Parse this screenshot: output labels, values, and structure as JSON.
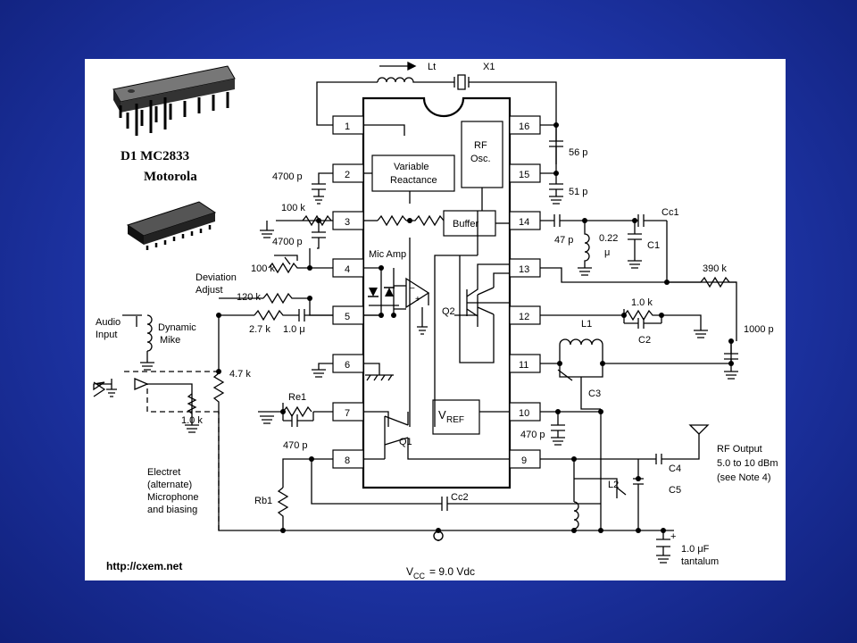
{
  "title": {
    "line1": "D1 MC2833",
    "line2": "Motorola"
  },
  "pins": [
    "1",
    "2",
    "3",
    "4",
    "5",
    "6",
    "7",
    "8",
    "9",
    "10",
    "11",
    "12",
    "13",
    "14",
    "15",
    "16"
  ],
  "blocks": {
    "variable_reactance": [
      "Variable",
      "Reactance"
    ],
    "rf_osc": [
      "RF",
      "Osc."
    ],
    "buffer": "Buffer",
    "mic_amp": "Mic Amp",
    "vref_main": "V",
    "vref_sub": "REF"
  },
  "components": {
    "lt": "Lt",
    "x1": "X1",
    "c56": "56 p",
    "c51": "51 p",
    "c4700a": "4700 p",
    "r100a": "100 k",
    "c4700b": "4700 p",
    "r100b": "100 k",
    "r120": "120 k",
    "r27": "2.7 k",
    "c10u": "1.0 μ",
    "r47": "4.7 k",
    "r10": "1.0 k",
    "re1": "Re1",
    "c470a": "470 p",
    "rb1": "Rb1",
    "cc2": "Cc2",
    "c47": "47 p",
    "l022": "0.22",
    "l022_unit": "μ",
    "c1": "C1",
    "cc1": "Cc1",
    "r390": "390 k",
    "r10b": "1.0 k",
    "c2": "C2",
    "c1000": "1000 p",
    "l1": "L1",
    "c3": "C3",
    "c470b": "470 p",
    "l2": "L2",
    "c4": "C4",
    "c5": "C5",
    "q1": "Q1",
    "q2": "Q2",
    "c_tant": "1.0 μF",
    "c_tant2": "tantalum"
  },
  "labels": {
    "deviation": [
      "Deviation",
      "Adjust"
    ],
    "audio_input": [
      "Audio",
      "Input"
    ],
    "dynamic_mike": [
      "Dynamic",
      "Mike"
    ],
    "electret": [
      "Electret",
      "(alternate)",
      "Microphone",
      "and biasing"
    ],
    "rf_output": [
      "RF Output",
      "5.0 to 10 dBm",
      "(see Note 4)"
    ],
    "vcc_main": "V",
    "vcc_sub": "CC",
    "vcc_value": "= 9.0 Vdc",
    "url": "http://cxem.net",
    "plus": "+"
  }
}
